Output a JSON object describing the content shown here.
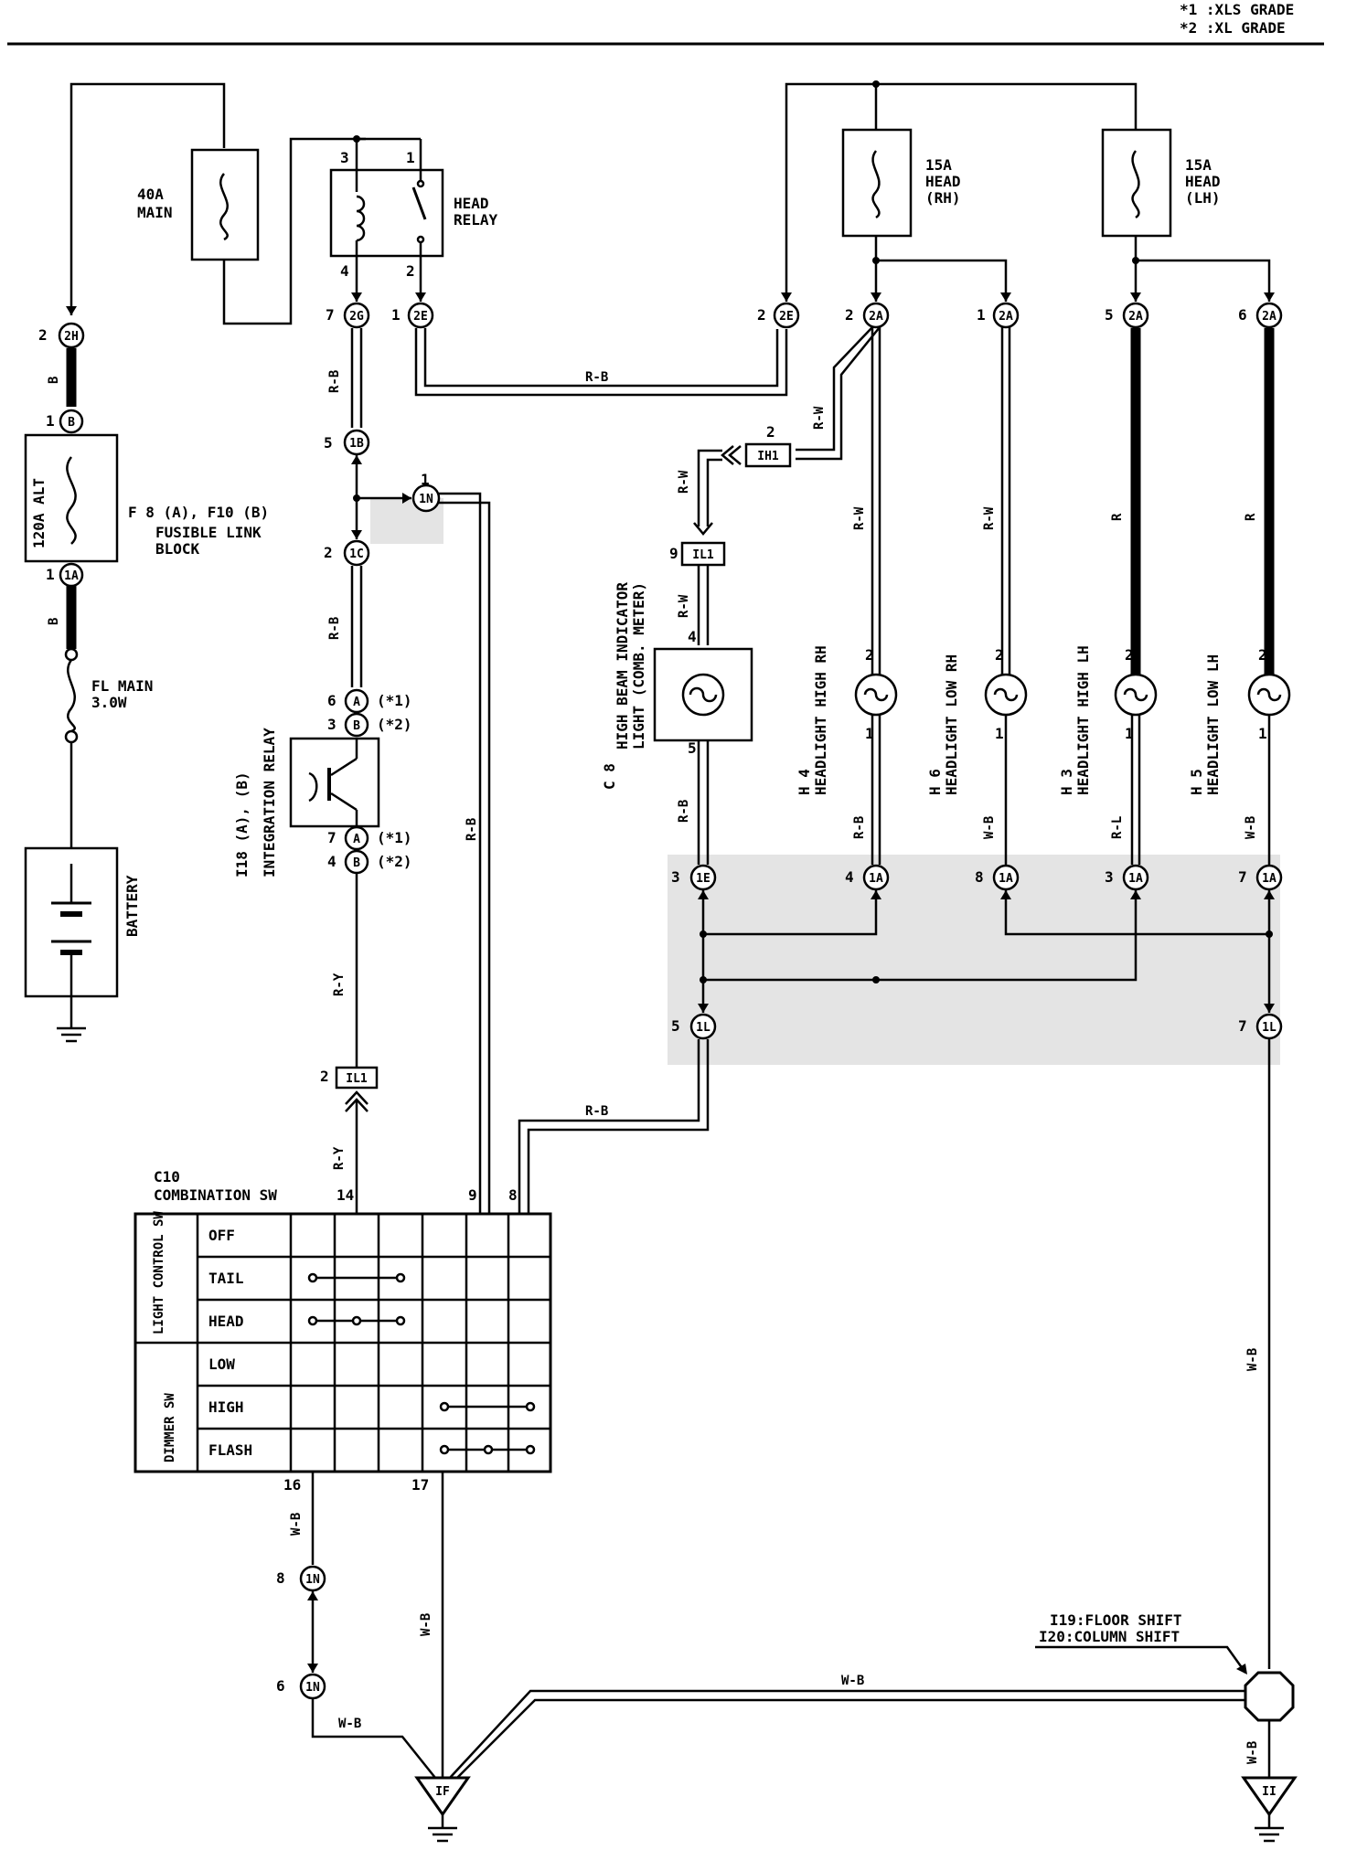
{
  "grade_notes": [
    "*1 :XLS GRADE",
    "*2 :XL GRADE"
  ],
  "fuse_main": {
    "rating": "40A",
    "name": "MAIN"
  },
  "head_relay": {
    "label_1": "HEAD",
    "label_2": "RELAY",
    "pin3": "3",
    "pin1": "1",
    "pin4": "4",
    "pin2": "2"
  },
  "fuse_rh": {
    "rating": "15A",
    "name": "HEAD",
    "side": "(RH)"
  },
  "fuse_lh": {
    "rating": "15A",
    "name": "HEAD",
    "side": "(LH)"
  },
  "fusible_link": {
    "rating": "120A ALT",
    "code": "F 8 (A), F10 (B)",
    "name_1": "FUSIBLE LINK",
    "name_2": "BLOCK"
  },
  "fl_main": {
    "name": "FL MAIN",
    "rating": "3.0W"
  },
  "battery": {
    "name": "BATTERY"
  },
  "integration_relay": {
    "code": "I18 (A), (B)",
    "name": "INTEGRATION RELAY",
    "pin6": "6",
    "pin3": "3",
    "pin7": "7",
    "pin4": "4",
    "n1": "(*1)",
    "n2": "(*2)"
  },
  "high_beam": {
    "code": "C 8",
    "name_1": "HIGH BEAM INDICATOR",
    "name_2": "LIGHT (COMB. METER)",
    "pin4": "4",
    "pin5": "5"
  },
  "headlights": [
    {
      "code": "H 4",
      "name": "HEADLIGHT HIGH RH"
    },
    {
      "code": "H 6",
      "name": "HEADLIGHT LOW RH"
    },
    {
      "code": "H 3",
      "name": "HEADLIGHT HIGH LH"
    },
    {
      "code": "H 5",
      "name": "HEADLIGHT LOW LH"
    }
  ],
  "connectors": {
    "c2H": "2H",
    "c1B": "B",
    "c1A": "1A",
    "c2G": "2G",
    "c2E": "2E",
    "c2E2": "2E",
    "c1Bb": "1B",
    "c1N": "1N",
    "c1C": "1C",
    "cA": "A",
    "cB": "B",
    "cA2": "A",
    "cB2": "B",
    "cIH1": "IH1",
    "cIL1": "IL1",
    "c2A": "2A",
    "c1E": "1E",
    "c1L": "1L",
    "cIL1b": "IL1",
    "c1N8": "1N",
    "c1N6": "1N"
  },
  "pin_numbers": {
    "p2": "2",
    "p1": "1",
    "p7": "7",
    "p5": "5",
    "p9": "9",
    "p3": "3",
    "p4": "4",
    "p8": "8",
    "p6": "6",
    "p14": "14",
    "p16": "16",
    "p17": "17"
  },
  "wire_colors": {
    "B": "B",
    "RB": "R-B",
    "RW": "R-W",
    "R": "R",
    "WB": "W-B",
    "RL": "R-L",
    "RY": "R-Y"
  },
  "combination_sw": {
    "code": "C10",
    "name": "COMBINATION SW",
    "group_light": "LIGHT CONTROL SW",
    "group_dimmer": "DIMMER SW",
    "rows": [
      "OFF",
      "TAIL",
      "HEAD",
      "LOW",
      "HIGH",
      "FLASH"
    ]
  },
  "grounds": {
    "IF": "IF",
    "II": "II"
  },
  "shift_note": [
    "I19:FLOOR SHIFT",
    "I20:COLUMN SHIFT"
  ]
}
